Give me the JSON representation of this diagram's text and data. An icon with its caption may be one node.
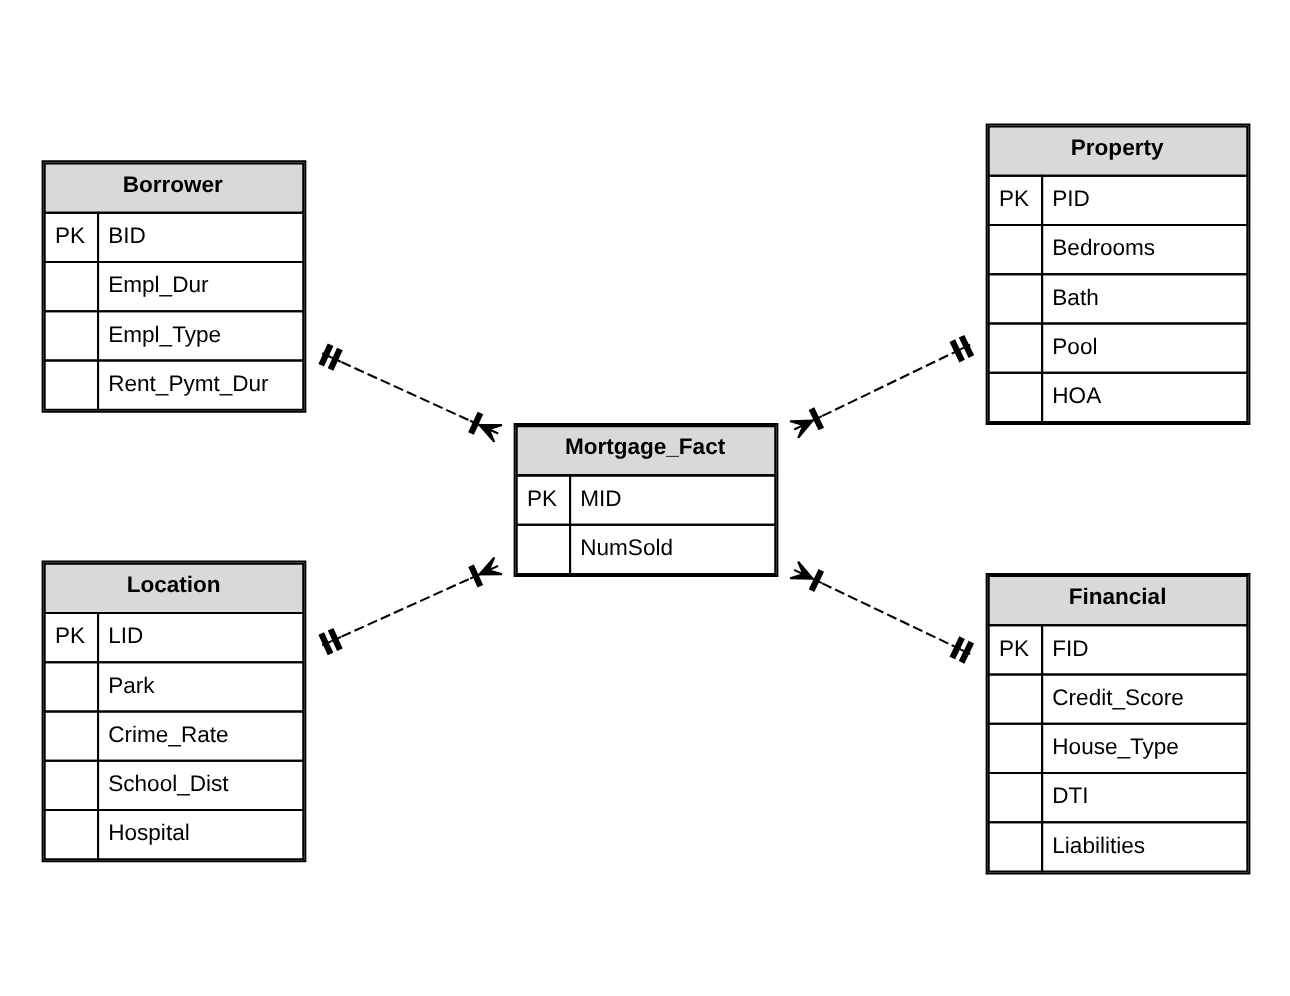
{
  "diagram": {
    "nodes": [
      {
        "text": [
          "Borrower",
          "PK",
          "BID",
          "Empl_Dur",
          "Empl_Type",
          "Rent_Pymt_Dur"
        ]
      },
      {
        "text": [
          "Property",
          "PK",
          "PID",
          "Bedrooms",
          "Bath",
          "Pool",
          "HOA"
        ]
      },
      {
        "text": [
          "Mortgage_Fact",
          "PK",
          "MID",
          "NumSold"
        ]
      },
      {
        "text": [
          "Location",
          "PK",
          "LID",
          "Park",
          "Crime_Rate",
          "School_Dist",
          "Hospital"
        ]
      },
      {
        "text": [
          "Financial",
          "PK",
          "FID",
          "Credit_Score",
          "House_Type",
          "DTI",
          "Liabilities"
        ]
      }
    ],
    "edges": [
      {
        "from": 0,
        "to": 2,
        "arrow": "other",
        "style": "dashed"
      },
      {
        "from": 2,
        "to": 1,
        "arrow": "other",
        "style": "dashed"
      },
      {
        "from": 3,
        "to": 2,
        "arrow": "other",
        "style": "dashed"
      },
      {
        "from": 2,
        "to": 4,
        "arrow": "other",
        "style": "dashed"
      }
    ]
  }
}
